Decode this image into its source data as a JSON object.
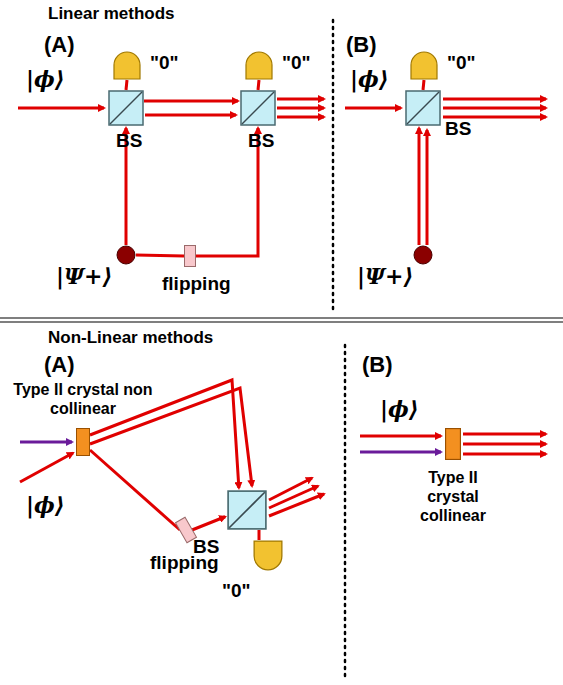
{
  "diagram": {
    "nodes": [
      {
        "text": [
          "BS"
        ]
      },
      {
        "text": [
          "\"0\""
        ]
      },
      {
        "text": [
          "BS"
        ]
      },
      {
        "text": [
          "\"0\""
        ]
      },
      {
        "text": [
          "|Ψ+⟩"
        ]
      },
      {
        "text": [
          "flipping"
        ]
      },
      {
        "text": [
          "BS"
        ]
      },
      {
        "text": [
          "\"0\""
        ]
      },
      {
        "text": [
          "|Ψ+⟩"
        ]
      },
      {
        "text": [
          "Type II crystal non collinear"
        ]
      },
      {
        "text": [
          "flipping"
        ]
      },
      {
        "text": [
          "BS"
        ]
      },
      {
        "text": [
          "\"0\""
        ]
      },
      {
        "text": [
          "Type II crystal collinear"
        ]
      }
    ],
    "edges": [
      {
        "from": 0,
        "to": 1,
        "arrow": "none"
      },
      {
        "from": 0,
        "to": 2,
        "arrow": "to"
      },
      {
        "from": 4,
        "to": 0,
        "arrow": "to"
      },
      {
        "from": 4,
        "to": 5,
        "arrow": "none"
      },
      {
        "from": 5,
        "to": 2,
        "arrow": "to"
      },
      {
        "from": 2,
        "to": 3,
        "arrow": "none"
      },
      {
        "from": 6,
        "to": 7,
        "arrow": "none"
      },
      {
        "from": 8,
        "to": 6,
        "arrow": "to"
      },
      {
        "from": 9,
        "to": 11,
        "arrow": "to"
      },
      {
        "from": 9,
        "to": 10,
        "arrow": "none"
      },
      {
        "from": 10,
        "to": 11,
        "arrow": "to"
      },
      {
        "from": 11,
        "to": 12,
        "arrow": "none"
      }
    ],
    "labels": [
      "Linear methods",
      "(A)",
      "(B)",
      "|ϕ⟩",
      "|ϕ⟩",
      "Non-Linear methods",
      "(A)",
      "(B)",
      "|ϕ⟩",
      "|ϕ⟩"
    ]
  }
}
